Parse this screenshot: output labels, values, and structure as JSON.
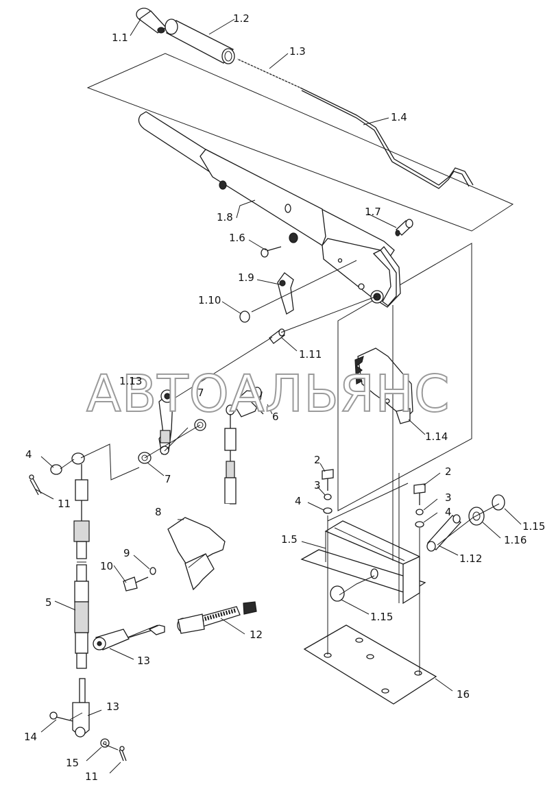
{
  "watermark": "АВТОАЛЬЯНС",
  "labels": {
    "l1_1": "1.1",
    "l1_2": "1.2",
    "l1_3": "1.3",
    "l1_4": "1.4",
    "l1_5": "1.5",
    "l1_6": "1.6",
    "l1_7": "1.7",
    "l1_8": "1.8",
    "l1_9": "1.9",
    "l1_10": "1.10",
    "l1_11": "1.11",
    "l1_12": "1.12",
    "l1_13": "1.13",
    "l1_14": "1.14",
    "l1_15a": "1.15",
    "l1_15b": "1.15",
    "l1_16": "1.16",
    "l2a": "2",
    "l2b": "2",
    "l3a": "3",
    "l3b": "3",
    "l4a": "4",
    "l4b": "4",
    "l4c": "4",
    "l5": "5",
    "l6": "6",
    "l7a": "7",
    "l7b": "7",
    "l8": "8",
    "l9": "9",
    "l10": "10",
    "l11a": "11",
    "l11b": "11",
    "l12": "12",
    "l13a": "13",
    "l13b": "13",
    "l14": "14",
    "l15": "15",
    "l16": "16"
  }
}
